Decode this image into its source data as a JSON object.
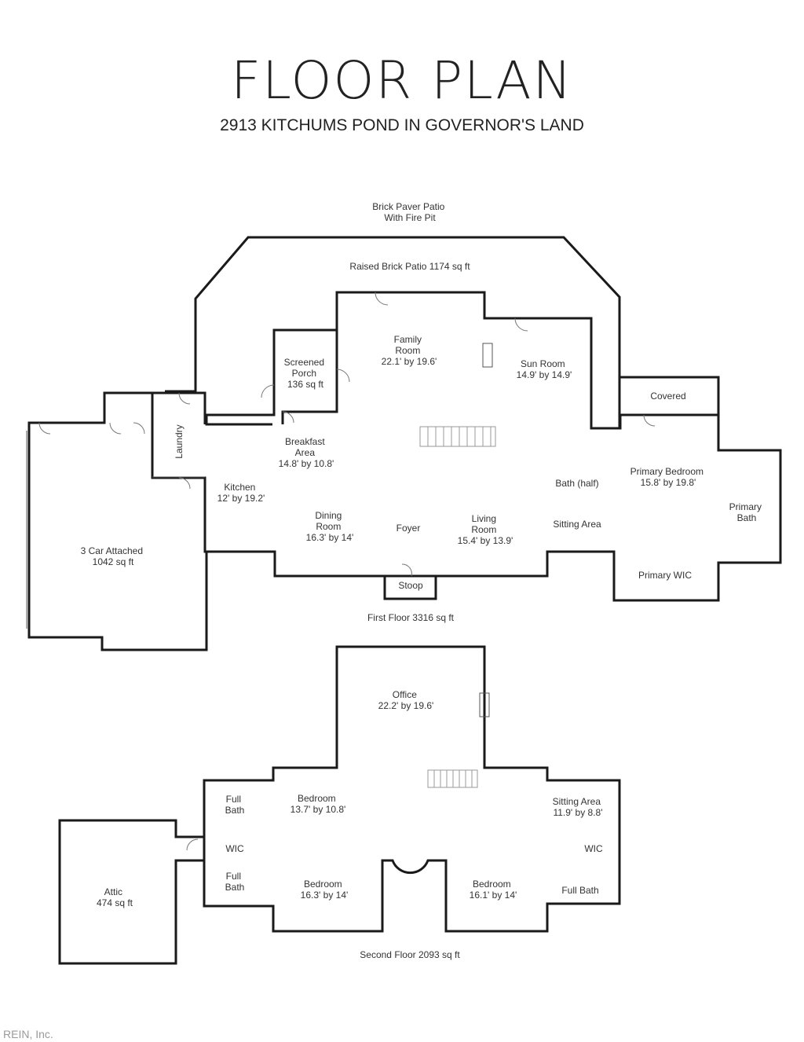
{
  "header": {
    "title": "FLOOR PLAN",
    "subtitle": "2913 KITCHUMS POND IN GOVERNOR'S LAND"
  },
  "first_floor": {
    "patio_top": [
      "Brick Paver Patio",
      "With Fire Pit"
    ],
    "raised_patio": "Raised Brick Patio 1174 sq ft",
    "family_room": [
      "Family",
      "Room",
      "22.1' by 19.6'"
    ],
    "screened_porch": [
      "Screened",
      "Porch",
      "136 sq ft"
    ],
    "sun_room": [
      "Sun Room",
      "14.9' by 14.9'"
    ],
    "covered": "Covered",
    "laundry": "Laundry",
    "breakfast": [
      "Breakfast",
      "Area",
      "14.8' by 10.8'"
    ],
    "kitchen": [
      "Kitchen",
      "12' by 19.2'"
    ],
    "dining": [
      "Dining",
      "Room",
      "16.3' by 14'"
    ],
    "foyer": "Foyer",
    "living": [
      "Living",
      "Room",
      "15.4' by 13.9'"
    ],
    "bath_half": "Bath (half)",
    "sitting_area": "Sitting Area",
    "primary_bedroom": [
      "Primary Bedroom",
      "15.8' by 19.8'"
    ],
    "primary_bath": [
      "Primary",
      "Bath"
    ],
    "primary_wic": "Primary WIC",
    "stoop": "Stoop",
    "garage": [
      "3 Car Attached",
      "1042 sq ft"
    ],
    "total": "First Floor 3316 sq ft"
  },
  "second_floor": {
    "office": [
      "Office",
      "22.2' by 19.6'"
    ],
    "full_bath_1": [
      "Full",
      "Bath"
    ],
    "bedroom_1": [
      "Bedroom",
      "13.7' by 10.8'"
    ],
    "wic_left": "WIC",
    "full_bath_2": [
      "Full",
      "Bath"
    ],
    "bedroom_2": [
      "Bedroom",
      "16.3' by 14'"
    ],
    "bedroom_3": [
      "Bedroom",
      "16.1' by 14'"
    ],
    "sitting_area": [
      "Sitting Area",
      "11.9' by 8.8'"
    ],
    "wic_right": "WIC",
    "full_bath_3": "Full Bath",
    "attic": [
      "Attic",
      "474 sq ft"
    ],
    "total": "Second Floor 2093 sq ft"
  },
  "watermark": "REIN, Inc."
}
